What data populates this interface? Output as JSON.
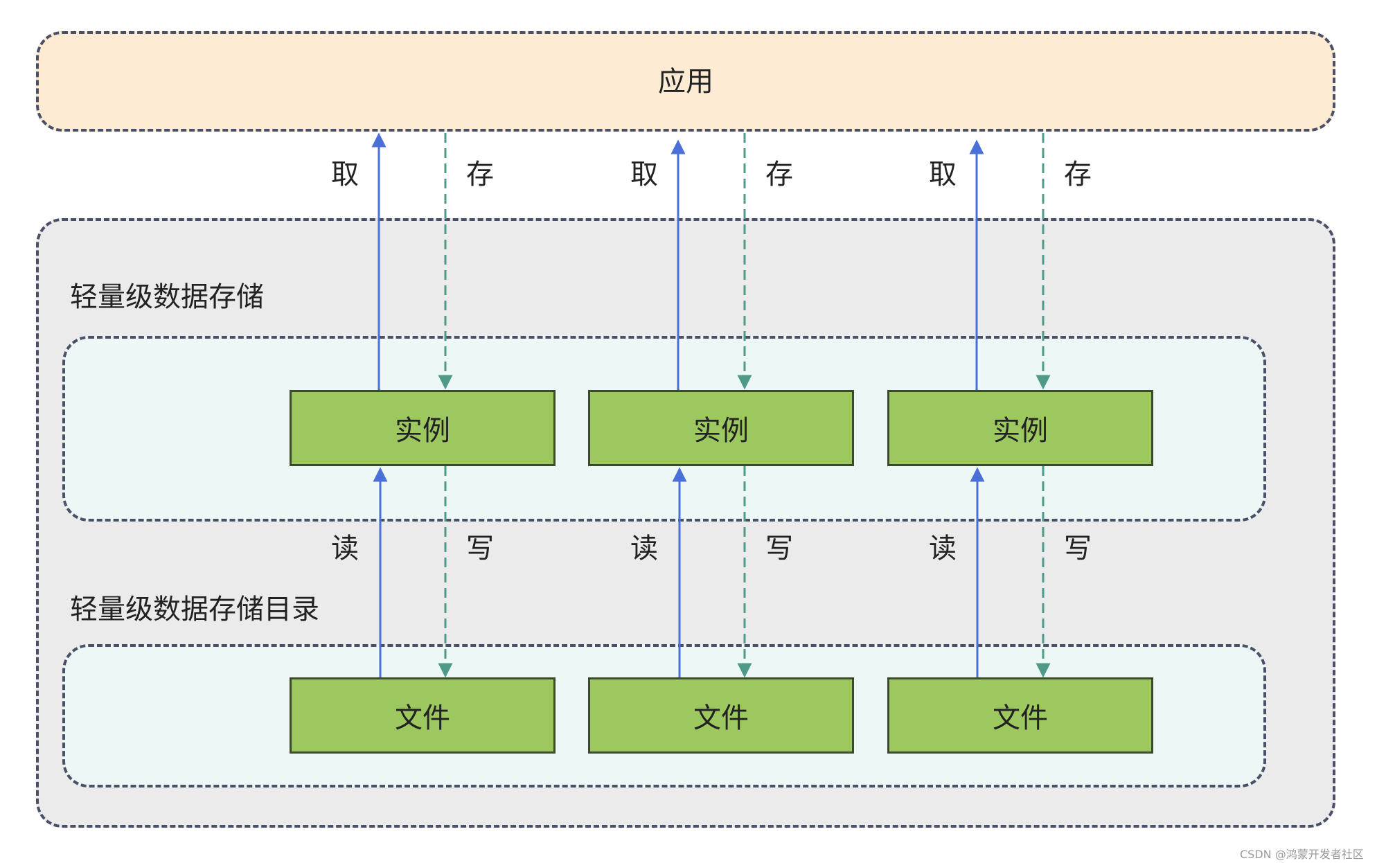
{
  "app": {
    "label": "应用"
  },
  "storage": {
    "label": "轻量级数据存储",
    "directory_label": "轻量级数据存储目录"
  },
  "instances": [
    {
      "label": "实例"
    },
    {
      "label": "实例"
    },
    {
      "label": "实例"
    }
  ],
  "files": [
    {
      "label": "文件"
    },
    {
      "label": "文件"
    },
    {
      "label": "文件"
    }
  ],
  "connections": {
    "fetch": [
      "取",
      "取",
      "取"
    ],
    "store": [
      "存",
      "存",
      "存"
    ],
    "read": [
      "读",
      "读",
      "读"
    ],
    "write": [
      "写",
      "写",
      "写"
    ]
  },
  "colors": {
    "read_arrow": "#4a6fd8",
    "write_arrow": "#4c9a87",
    "node_fill": "#9dc85f",
    "app_fill": "#fdebd3"
  },
  "watermark": "CSDN @鸿蒙开发者社区"
}
